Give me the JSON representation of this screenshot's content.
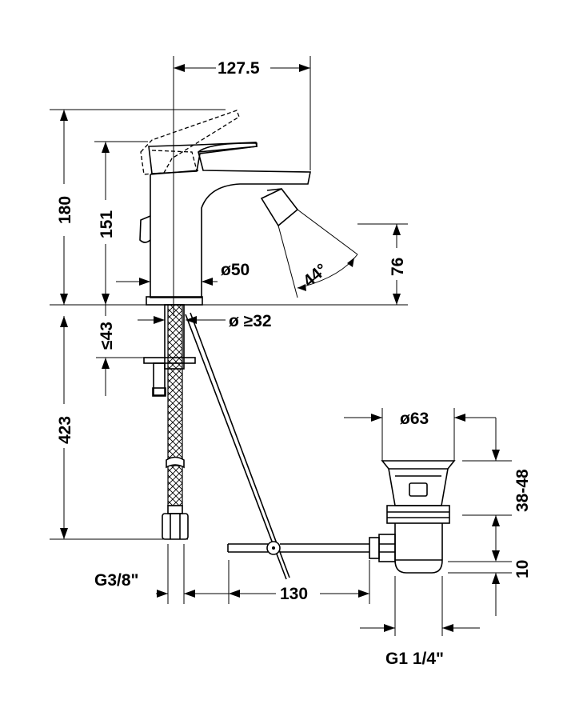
{
  "dimensions": {
    "spout_reach": "127.5",
    "total_height": "180",
    "lever_height": "151",
    "body_diameter": "ø50",
    "jet_angle": "44°",
    "spout_height": "76",
    "hole_diameter": "ø ≥32",
    "deck_thickness": "≤43",
    "hose_length": "423",
    "waste_diameter": "ø63",
    "waste_range": "38-48",
    "waste_offset": "10",
    "supply_thread": "G3/8\"",
    "rod_length": "130",
    "waste_thread": "G1 1/4\""
  }
}
